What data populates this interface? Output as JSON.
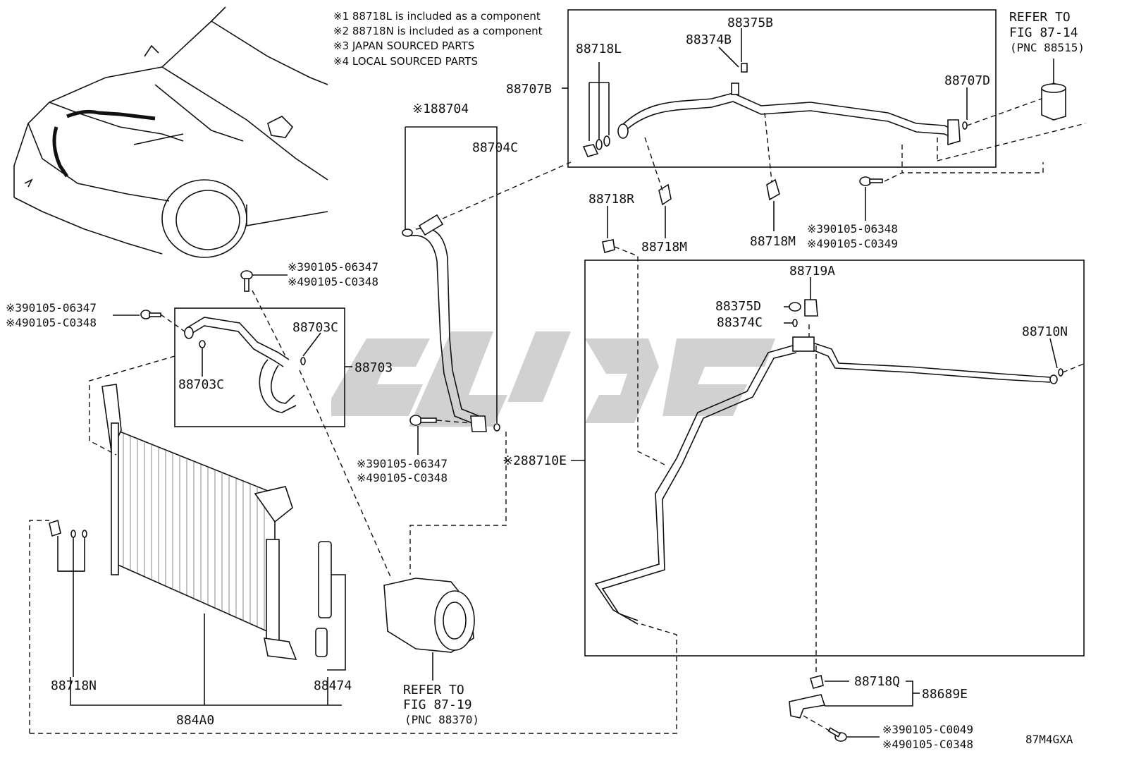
{
  "notes": [
    "※1 88718L is included as a component",
    "※2 88718N is included as a component",
    "※3 JAPAN SOURCED PARTS",
    "※4 LOCAL SOURCED PARTS"
  ],
  "labels": {
    "p88375B": "88375B",
    "p88374B": "88374B",
    "p88718L": "88718L",
    "p88707B": "88707B",
    "p88707D": "88707D",
    "refer_top_1": "REFER TO",
    "refer_top_2": "FIG 87-14",
    "refer_top_3": "(PNC 88515)",
    "p88704": "※188704",
    "p88704C": "88704C",
    "p88718R": "88718R",
    "p88718M_a": "88718M",
    "p88718M_b": "88718M",
    "bolt_88348_a": "※390105-06348",
    "bolt_88348_b": "※490105-C0349",
    "p88719A": "88719A",
    "p88375D": "88375D",
    "p88374C": "88374C",
    "p88710N": "88710N",
    "bolt_a1": "※390105-06347",
    "bolt_a2": "※490105-C0348",
    "bolt_b1": "※390105-06347",
    "bolt_b2": "※490105-C0348",
    "p88703C_a": "88703C",
    "p88703": "88703",
    "p88703C_b": "88703C",
    "bolt_c1": "※390105-06347",
    "bolt_c2": "※490105-C0348",
    "p88710E": "※288710E",
    "p88718N": "88718N",
    "p88474": "88474",
    "p884A0": "884A0",
    "refer_bot_1": "REFER TO",
    "refer_bot_2": "FIG 87-19",
    "refer_bot_3": "(PNC 88370)",
    "p88718Q": "88718Q",
    "p88689E": "88689E",
    "bolt_d1": "※390105-C0049",
    "bolt_d2": "※490105-C0348",
    "code": "87M4GXA"
  },
  "colors": {
    "ink": "#111111",
    "watermark": "#c9c9c9",
    "background": "#ffffff"
  }
}
